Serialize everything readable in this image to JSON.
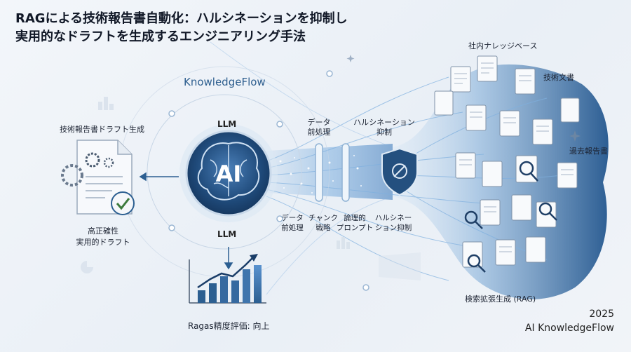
{
  "title": {
    "line1": "RAGによる技術報告書自動化：ハルシネーションを抑制し",
    "line2": "実用的なドラフトを生成するエンジニアリング手法"
  },
  "brand": "KnowledgeFlow",
  "left": {
    "top_label": "技術報告書ドラフト生成",
    "bottom_line1": "高正確性",
    "bottom_line2": "実用的ドラフト"
  },
  "center": {
    "llm_top": "LLM",
    "ai_text": "AI",
    "llm_bottom": "LLM",
    "ragas_label": "Ragas精度評価: 向上"
  },
  "pipeline": {
    "top_prep_line1": "データ",
    "top_prep_line2": "前処理",
    "top_halluc_line1": "ハルシネーション",
    "top_halluc_line2": "抑制",
    "bottom_prep_line1": "データ",
    "bottom_prep_line2": "前処理",
    "bottom_chunk_line1": "チャンク",
    "bottom_chunk_line2": "戦略",
    "bottom_prompt_line1": "論理的",
    "bottom_prompt_line2": "プロンプト",
    "bottom_halluc_line1": "ハルシネー",
    "bottom_halluc_line2": "ション抑制"
  },
  "knowledge": {
    "internal": "社内ナレッジベース",
    "tech_docs": "技術文書",
    "past_reports": "過去報告書",
    "rag": "検索拡張生成 (RAG)"
  },
  "footer": {
    "year": "2025",
    "name": "AI KnowledgeFlow"
  },
  "colors": {
    "accent": "#2c5f91",
    "dark_navy": "#1a3d68",
    "funnel": "#a9c6e3",
    "check_green": "#3c7a3c"
  }
}
